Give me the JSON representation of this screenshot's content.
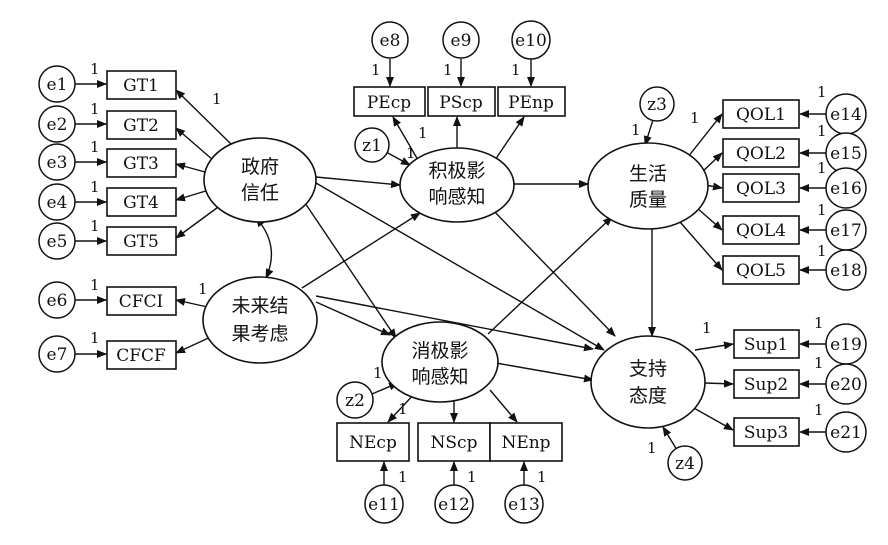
{
  "diagram": {
    "latent": {
      "trust": {
        "line1": "政府",
        "line2": "信任"
      },
      "future": {
        "line1": "未来结",
        "line2": "果考虑"
      },
      "positive": {
        "line1": "积极影",
        "line2": "响感知"
      },
      "negative": {
        "line1": "消极影",
        "line2": "响感知"
      },
      "quality": {
        "line1": "生活",
        "line2": "质量"
      },
      "support": {
        "line1": "支持",
        "line2": "态度"
      }
    },
    "observed": {
      "GT1": "GT1",
      "GT2": "GT2",
      "GT3": "GT3",
      "GT4": "GT4",
      "GT5": "GT5",
      "CFCI": "CFCI",
      "CFCF": "CFCF",
      "PEcp": "PEcp",
      "PScp": "PScp",
      "PEnp": "PEnp",
      "NEcp": "NEcp",
      "NScp": "NScp",
      "NEnp": "NEnp",
      "QOL1": "QOL1",
      "QOL2": "QOL2",
      "QOL3": "QOL3",
      "QOL4": "QOL4",
      "QOL5": "QOL5",
      "Sup1": "Sup1",
      "Sup2": "Sup2",
      "Sup3": "Sup3"
    },
    "errors": {
      "e1": "e1",
      "e2": "e2",
      "e3": "e3",
      "e4": "e4",
      "e5": "e5",
      "e6": "e6",
      "e7": "e7",
      "e8": "e8",
      "e9": "e9",
      "e10": "e10",
      "e11": "e11",
      "e12": "e12",
      "e13": "e13",
      "e14": "e14",
      "e15": "e15",
      "e16": "e16",
      "e17": "e17",
      "e18": "e18",
      "e19": "e19",
      "e20": "e20",
      "e21": "e21",
      "z1": "z1",
      "z2": "z2",
      "z3": "z3",
      "z4": "z4"
    },
    "fixed_weight": "1"
  }
}
